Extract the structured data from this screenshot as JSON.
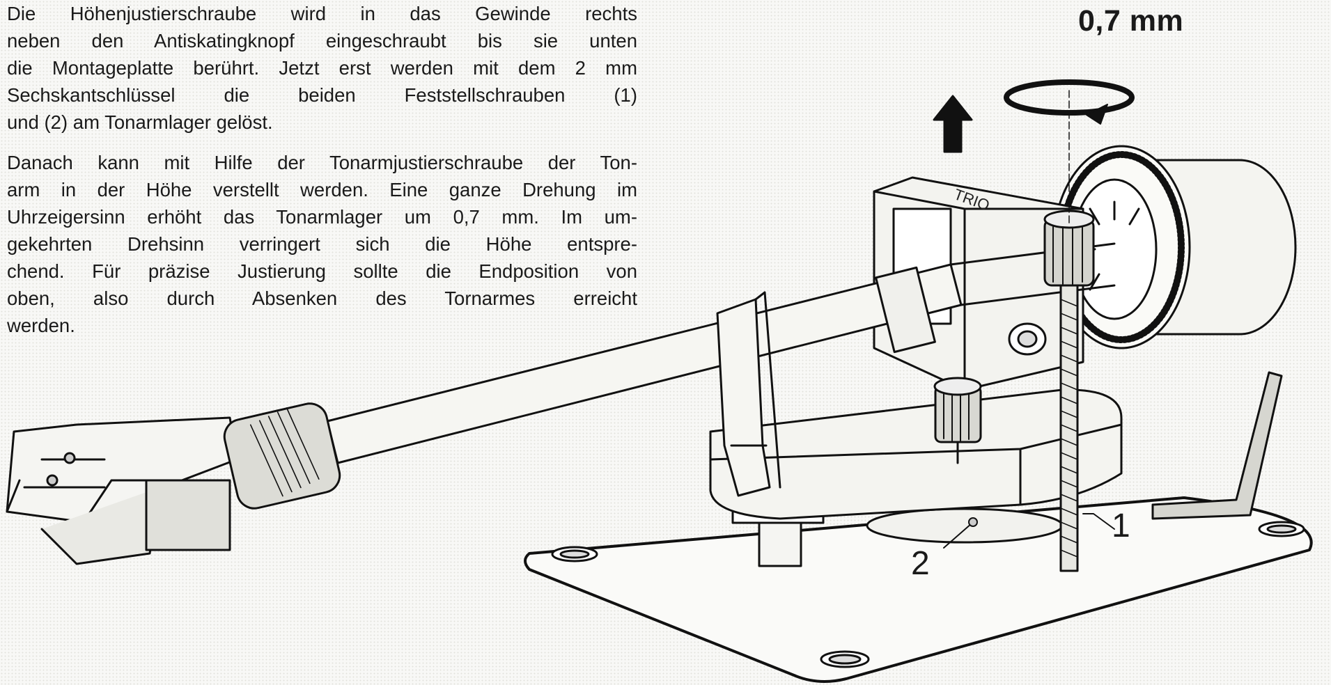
{
  "paragraph_1": [
    "Die Höhenjustierschraube wird in das Gewinde rechts",
    "neben den Antiskatingknopf eingeschraubt bis sie unten",
    "die Montageplatte berührt. Jetzt erst werden mit dem 2 mm",
    "Sechskantschlüssel die beiden Feststellschrauben (1)",
    "und (2) am Tonarmlager gelöst."
  ],
  "paragraph_2": [
    "Danach kann mit Hilfe der Tonarmjustierschraube der Ton-",
    "arm in der Höhe verstellt werden. Eine ganze Drehung im",
    "Uhrzeigersinn erhöht das Tonarmlager um 0,7 mm. Im um-",
    "gekehrten Drehsinn verringert sich die Höhe entspre-",
    "chend. Für präzise Justierung sollte die Endposition von",
    "oben, also durch Absenken des Tornarmes erreicht",
    "werden."
  ],
  "measurement_label": "0,7 mm",
  "callouts": {
    "screw_1": "1",
    "screw_2": "2"
  },
  "icons": [
    "rotation-arrow-icon",
    "up-arrow-icon"
  ]
}
